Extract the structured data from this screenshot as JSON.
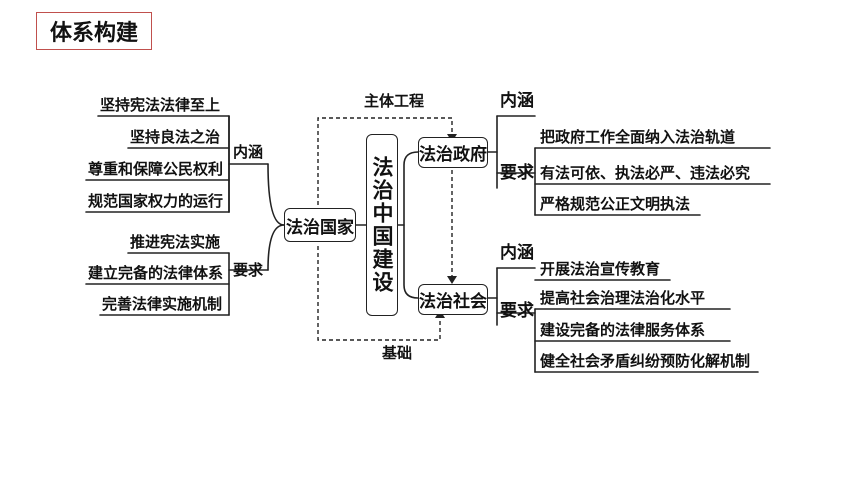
{
  "title": "体系构建",
  "center": "法治中国建设",
  "rule_of_law_state": {
    "label": "法治国家",
    "connotation_label": "内涵",
    "connotation_items": [
      "坚持宪法法律至上",
      "坚持良法之治",
      "尊重和保障公民权利",
      "规范国家权力的运行"
    ],
    "requirement_label": "要求",
    "requirement_items": [
      "推进宪法实施",
      "建立完备的法律体系",
      "完善法律实施机制"
    ]
  },
  "government": {
    "label": "法治政府",
    "connotation_label": "内涵",
    "requirement_label": "要求",
    "items": [
      "把政府工作全面纳入法治轨道",
      "有法可依、执法必严、违法必究",
      "严格规范公正文明执法"
    ]
  },
  "society": {
    "label": "法治社会",
    "connotation_label": "内涵",
    "connotation_item": "开展法治宣传教育",
    "requirement_label": "要求",
    "items": [
      "提高社会治理法治化水平",
      "建设完备的法律服务体系",
      "健全社会矛盾纠纷预防化解机制"
    ]
  },
  "relations": {
    "main_body": "主体工程",
    "foundation": "基础"
  }
}
